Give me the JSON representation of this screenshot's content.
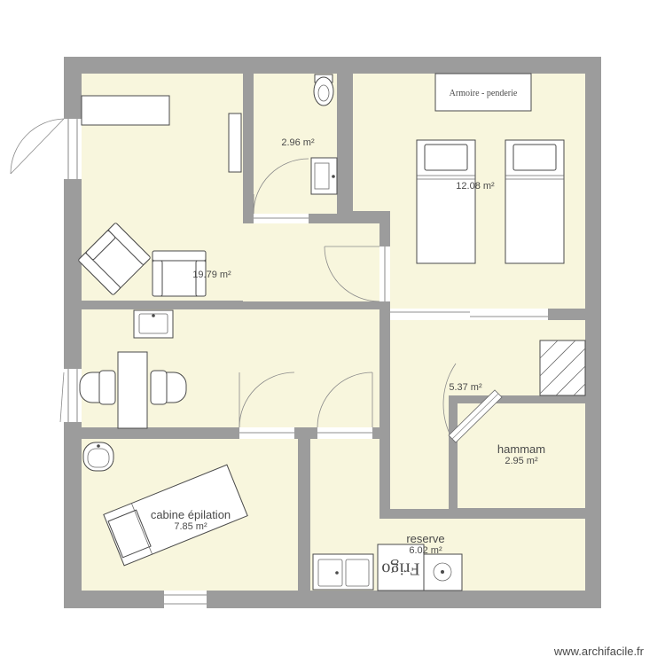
{
  "rooms": {
    "main": {
      "area": "19.79 m²"
    },
    "wc": {
      "area": "2.96 m²"
    },
    "bedroom": {
      "area": "12.08 m²"
    },
    "shower": {
      "area": "5.37 m²"
    },
    "hammam": {
      "name": "hammam",
      "area": "2.95 m²"
    },
    "epilation": {
      "name": "cabine épilation",
      "area": "7.85 m²"
    },
    "reserve": {
      "name": "reserve",
      "area": "6.02 m²"
    }
  },
  "furniture": {
    "wardrobe_label": "Armoire - penderie",
    "fridge_label": "Frigo"
  },
  "watermark": "www.archifacile.fr",
  "colors": {
    "room_fill": "#f8f6dd",
    "wall": "#9c9c9c",
    "line": "#4a4a4a"
  }
}
